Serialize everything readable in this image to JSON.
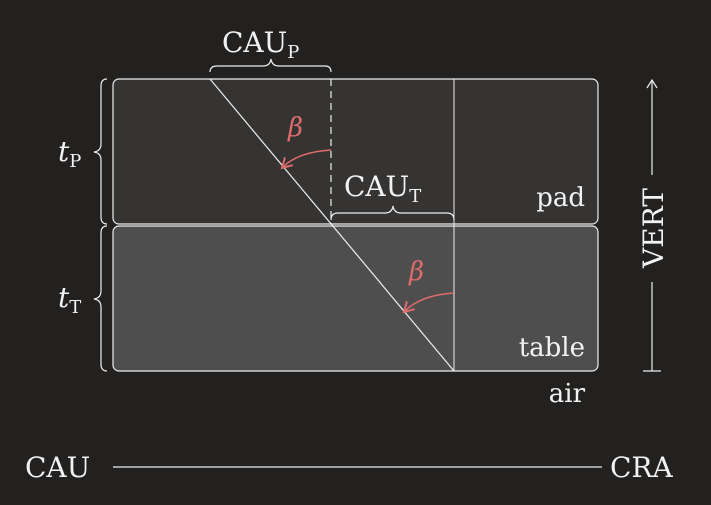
{
  "diagram": {
    "labels": {
      "cau_p_main": "CAU",
      "cau_p_sub": "P",
      "cau_t_main": "CAU",
      "cau_t_sub": "T",
      "t_p_main": "t",
      "t_p_sub": "P",
      "t_t_main": "t",
      "t_t_sub": "T",
      "beta_top": "β",
      "beta_bottom": "β",
      "pad": "pad",
      "table": "table",
      "air": "air",
      "vert": "VERT",
      "cau": "CAU",
      "cra": "CRA"
    },
    "colors": {
      "background": "#222120",
      "pad_fill": "#353433",
      "table_fill": "#4e4e4e",
      "stroke": "#eeeeee",
      "beta": "#e06c6c",
      "text": "#f2f2f2"
    }
  }
}
